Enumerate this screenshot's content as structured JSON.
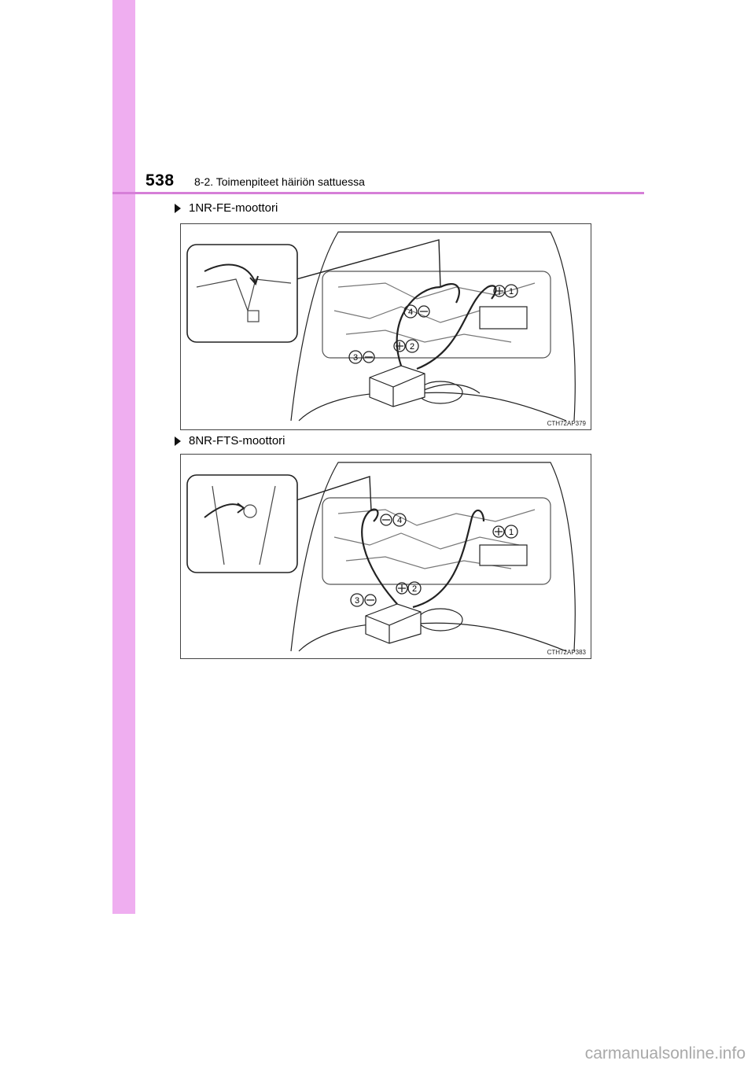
{
  "header": {
    "page_number": "538",
    "section_title": "8-2. Toimenpiteet häiriön sattuessa"
  },
  "figures": [
    {
      "caption": "1NR-FE-moottori",
      "code": "CTH72AP379",
      "labels": [
        "1",
        "2",
        "3",
        "4"
      ]
    },
    {
      "caption": "8NR-FTS-moottori",
      "code": "CTH72AP383",
      "labels": [
        "1",
        "2",
        "3",
        "4"
      ]
    }
  ],
  "watermark": "carmanualsonline.info",
  "colors": {
    "sidebar": "#efaef0",
    "rule": "#d67fd8"
  }
}
